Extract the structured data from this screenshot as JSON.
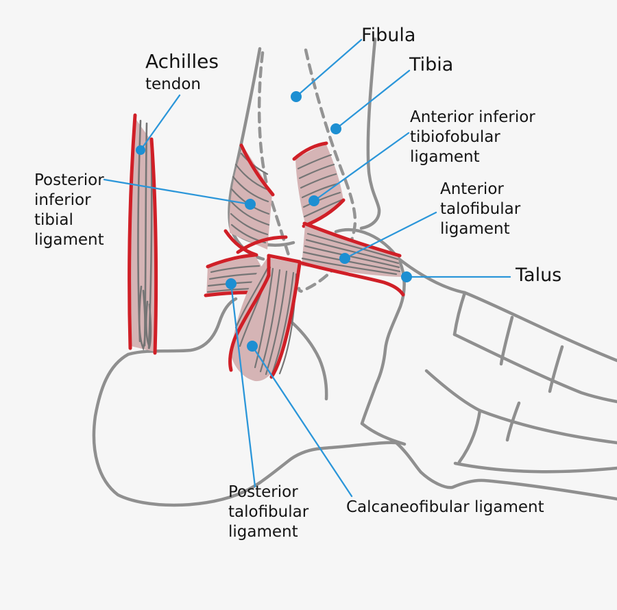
{
  "title": "Ankle lateral ligaments diagram",
  "colors": {
    "background": "#f6f6f6",
    "bone_outline": "#8f8f8f",
    "fibula_dashed": "#949494",
    "ligament_fill": "#d5b4b5",
    "ligament_fiber": "#757575",
    "ligament_border": "#d01f27",
    "leader_line": "#2b96d9",
    "marker_dot": "#1d8fd2",
    "text": "#141414"
  },
  "labels": {
    "fibula": "Fibula",
    "tibia": "Tibia",
    "achilles": {
      "title": "Achilles",
      "subtitle": "tendon"
    },
    "posterior_inferior_tibial": "Posterior inferior tibial ligament",
    "anterior_inferior_tibiofibular": "Anterior inferior tibiofobular ligament",
    "anterior_talofibular": "Anterior talofibular ligament",
    "talus": "Talus",
    "posterior_talofibular": "Posterior talofibular ligament",
    "calcaneofibular": "Calcaneofibular ligament"
  }
}
